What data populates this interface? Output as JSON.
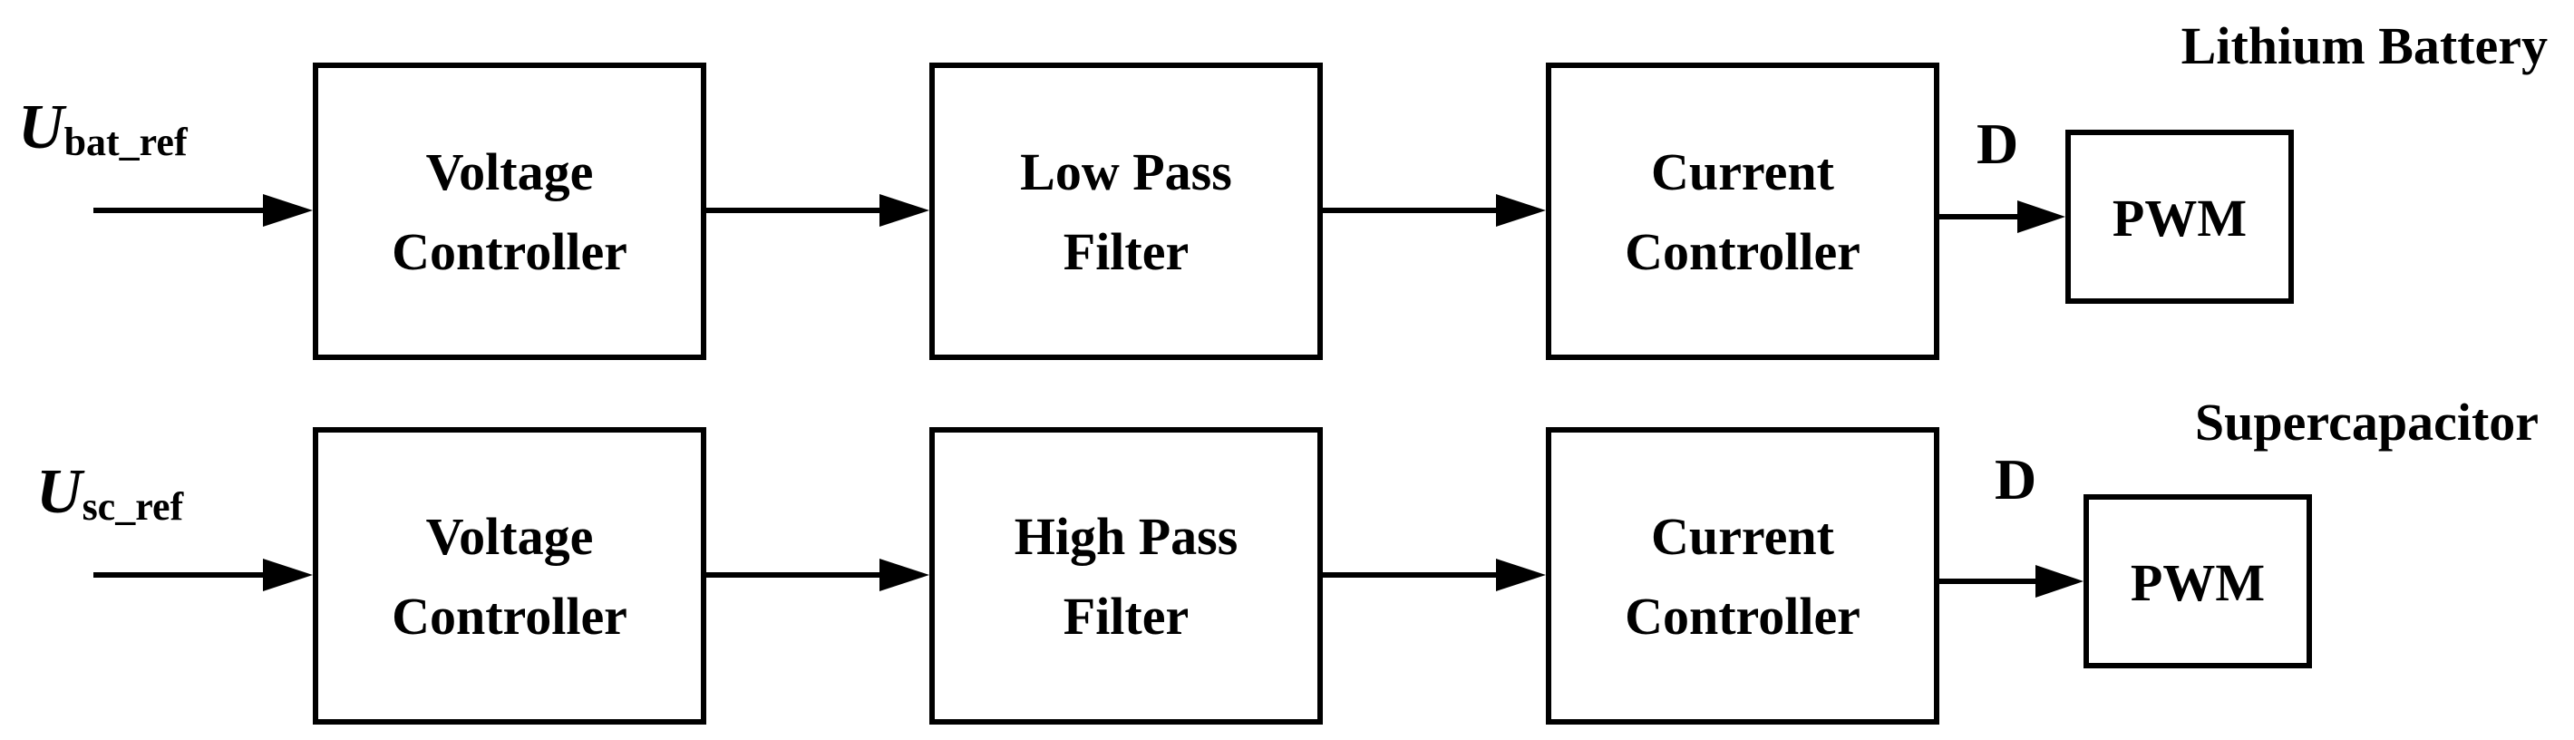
{
  "diagram": {
    "rows": [
      {
        "title": "Lithium Battery",
        "input": {
          "symbol": "U",
          "subscript": "bat_ref"
        },
        "blocks": [
          {
            "line1": "Voltage",
            "line2": "Controller"
          },
          {
            "line1": "Low Pass",
            "line2": "Filter"
          },
          {
            "line1": "Current",
            "line2": "Controller"
          }
        ],
        "output_label": "D",
        "output_block": "PWM"
      },
      {
        "title": "Supercapacitor",
        "input": {
          "symbol": "U",
          "subscript": "sc_ref"
        },
        "blocks": [
          {
            "line1": "Voltage",
            "line2": "Controller"
          },
          {
            "line1": "High Pass",
            "line2": "Filter"
          },
          {
            "line1": "Current",
            "line2": "Controller"
          }
        ],
        "output_label": "D",
        "output_block": "PWM"
      }
    ]
  }
}
